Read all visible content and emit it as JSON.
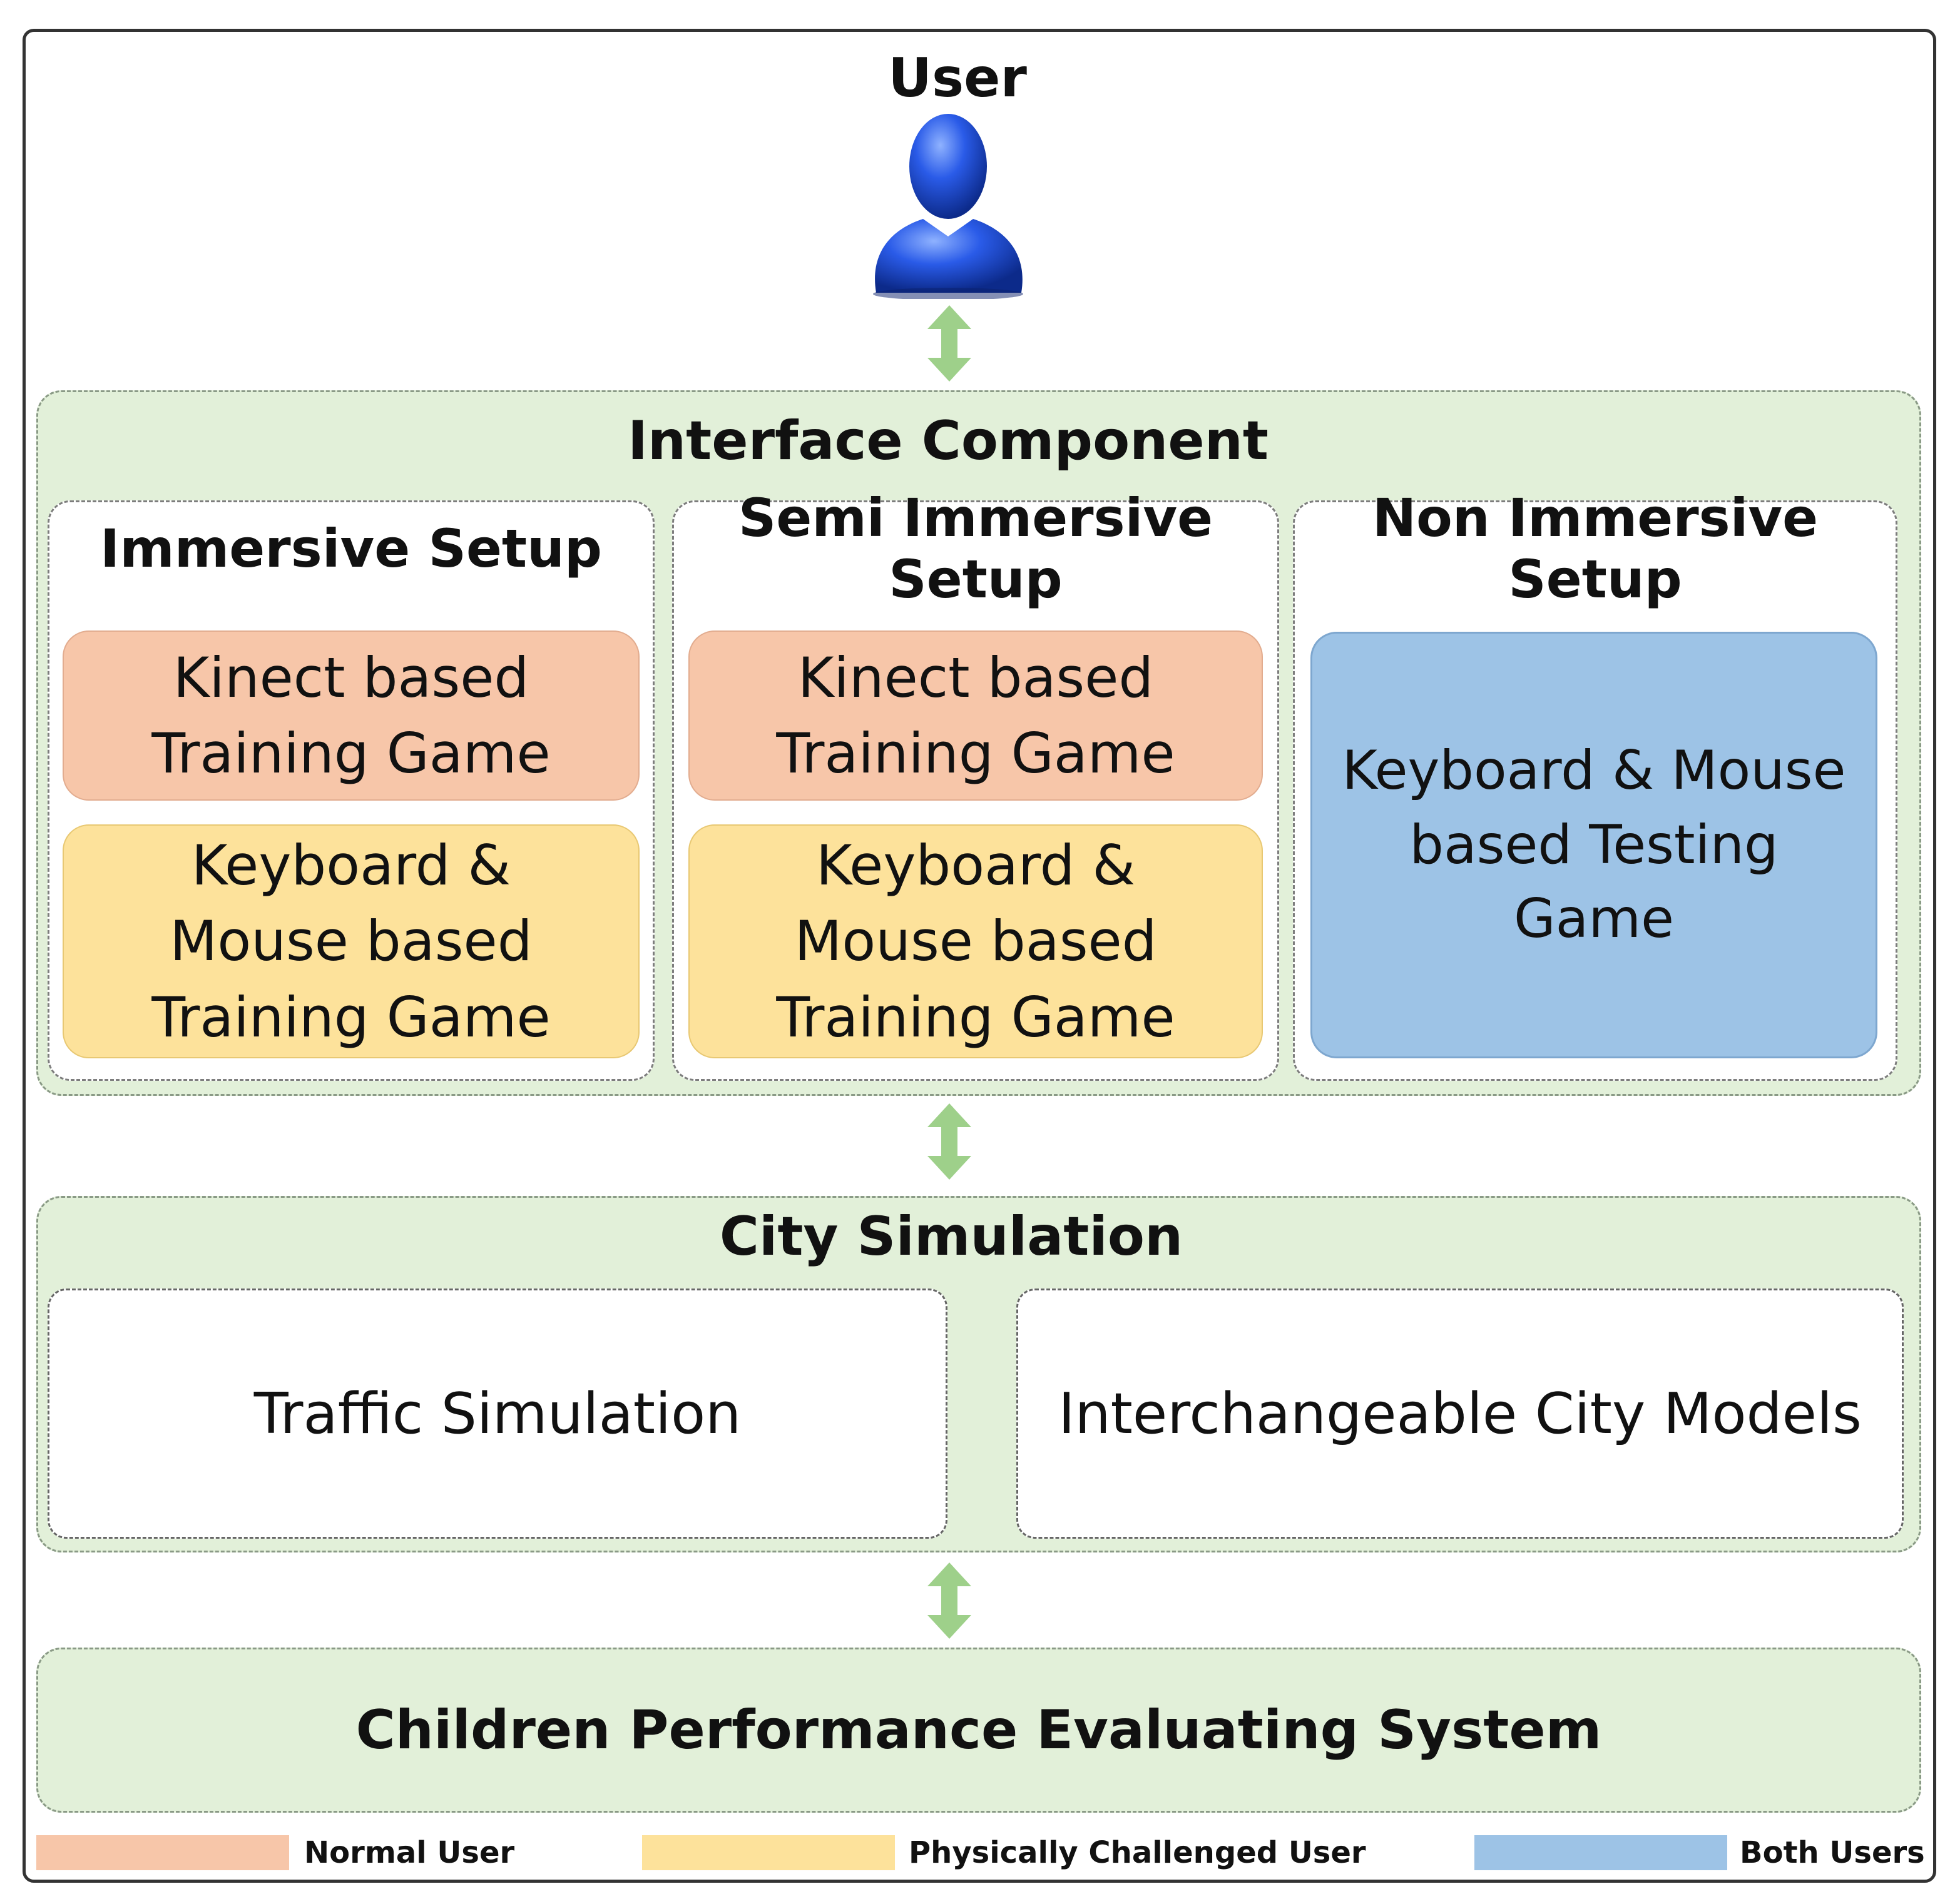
{
  "user": {
    "label": "User",
    "icon": "user-icon"
  },
  "interface_component": {
    "title": "Interface Component",
    "setups": [
      {
        "title": "Immersive Setup",
        "boxes": [
          {
            "label": "Kinect based Training Game",
            "category": "normal"
          },
          {
            "label": "Keyboard & Mouse based Training Game",
            "category": "physical"
          }
        ]
      },
      {
        "title": "Semi Immersive Setup",
        "boxes": [
          {
            "label": "Kinect based Training Game",
            "category": "normal"
          },
          {
            "label": "Keyboard & Mouse based Training Game",
            "category": "physical"
          }
        ]
      },
      {
        "title": "Non Immersive Setup",
        "boxes": [
          {
            "label": "Keyboard & Mouse based Testing Game",
            "category": "both"
          }
        ]
      }
    ]
  },
  "city_simulation": {
    "title": "City Simulation",
    "items": [
      "Traffic Simulation",
      "Interchangeable City Models"
    ]
  },
  "evaluation": {
    "title": "Children Performance Evaluating System"
  },
  "legend": [
    {
      "label": "Normal User",
      "color": "#f7c6a9"
    },
    {
      "label": "Physically Challenged User",
      "color": "#fde29b"
    },
    {
      "label": "Both Users",
      "color": "#9dc3e6"
    }
  ],
  "colors": {
    "arrow": "#9ed08a",
    "panel": "#e2f0d9",
    "user_icon": "#1f4fd6"
  }
}
